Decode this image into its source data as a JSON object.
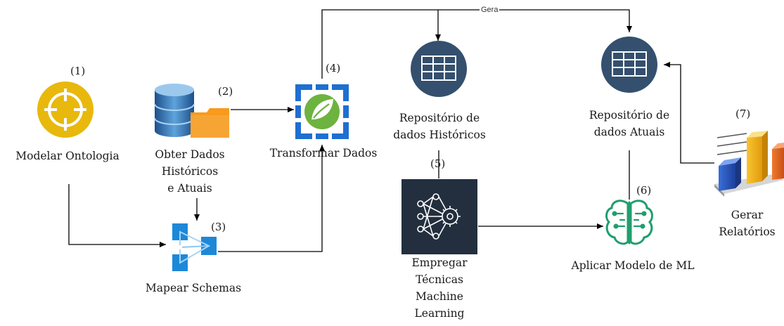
{
  "colors": {
    "line": "#000000",
    "ontology_yellow": "#e8b80c",
    "repo_blue": "#34506e",
    "ml_dark": "#232f3e",
    "ml_green": "#1f9e6e",
    "azure_blue": "#1e6fd1",
    "spring_green": "#6db33f",
    "db_blue": "#2f6fb0",
    "folder_orange": "#f89a1c"
  },
  "steps": {
    "s1": {
      "number": "(1)",
      "label": "Modelar Ontologia",
      "icon": "crosshair-icon"
    },
    "s2": {
      "number": "(2)",
      "label_line1": "Obter Dados",
      "label_line2": "Históricos",
      "label_line3": "e Atuais",
      "icon": "database-folder-icon"
    },
    "s3": {
      "number": "(3)",
      "label": "Mapear Schemas",
      "icon": "schema-mapping-icon"
    },
    "s4": {
      "number": "(4)",
      "label": "Transformar Dados",
      "icon": "spring-transform-icon"
    },
    "s5": {
      "number": "(5)",
      "label_line1": "Empregar",
      "label_line2": "Técnicas",
      "label_line3": "Machine",
      "label_line4": "Learning",
      "icon": "neural-network-gear-icon"
    },
    "s6": {
      "number": "(6)",
      "label": "Aplicar Modelo de ML",
      "icon": "brain-circuit-icon"
    },
    "s7": {
      "number": "(7)",
      "label_line1": "Gerar",
      "label_line2": "Relatórios",
      "icon": "bar-chart-3d-icon"
    }
  },
  "repositories": {
    "historic": {
      "label_line1": "Repositório de",
      "label_line2": "dados Históricos",
      "icon": "table-icon"
    },
    "current": {
      "label_line1": "Repositório de",
      "label_line2": "dados Atuais",
      "icon": "table-icon"
    }
  },
  "edge_label": "Gera"
}
